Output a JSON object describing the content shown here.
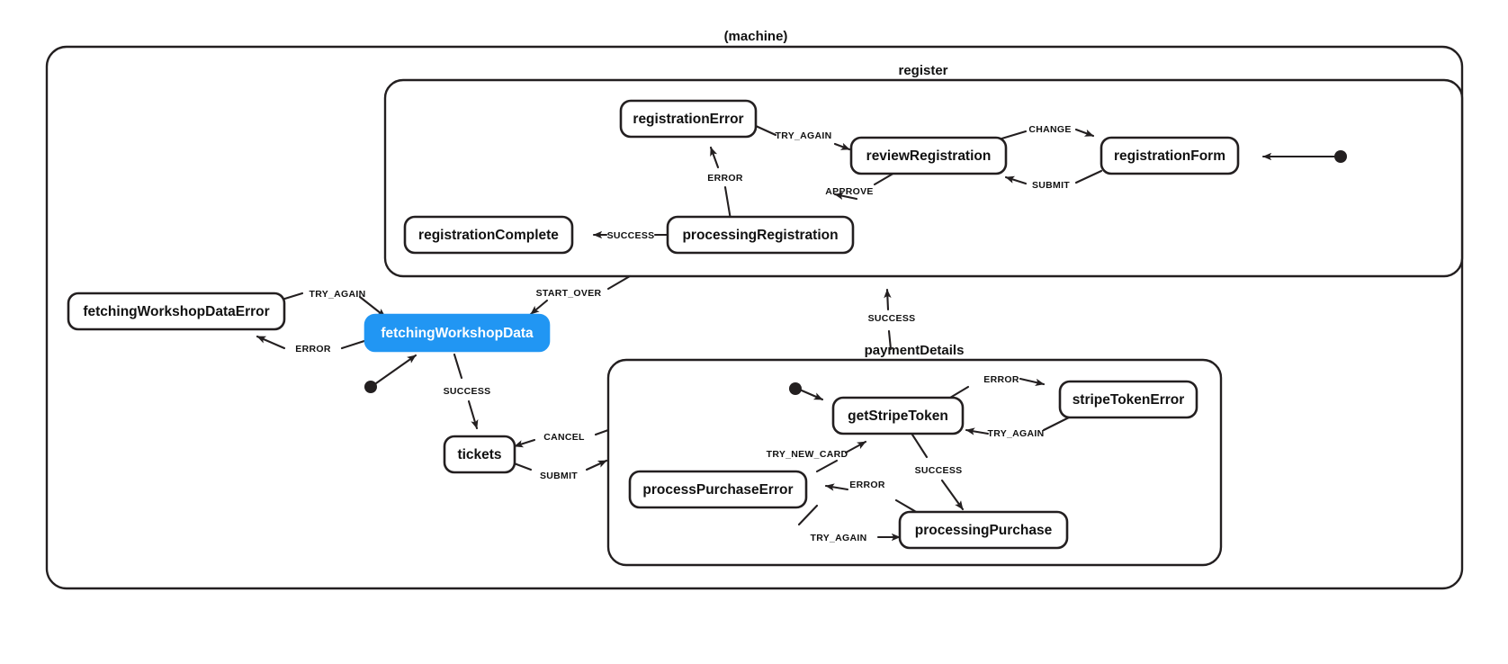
{
  "machine": {
    "title": "(machine)",
    "highlight_color": "#2196f3",
    "line_color": "#231f20"
  },
  "regions": [
    {
      "id": "machine",
      "label": "(machine)"
    },
    {
      "id": "register",
      "label": "register"
    },
    {
      "id": "paymentDetails",
      "label": "paymentDetails"
    }
  ],
  "states": [
    {
      "id": "registrationError",
      "label": "registrationError",
      "parent": "register",
      "active": false
    },
    {
      "id": "reviewRegistration",
      "label": "reviewRegistration",
      "parent": "register",
      "active": false
    },
    {
      "id": "registrationForm",
      "label": "registrationForm",
      "parent": "register",
      "active": false
    },
    {
      "id": "registrationComplete",
      "label": "registrationComplete",
      "parent": "register",
      "active": false
    },
    {
      "id": "processingRegistration",
      "label": "processingRegistration",
      "parent": "register",
      "active": false
    },
    {
      "id": "fetchingWorkshopDataError",
      "label": "fetchingWorkshopDataError",
      "parent": "machine",
      "active": false
    },
    {
      "id": "fetchingWorkshopData",
      "label": "fetchingWorkshopData",
      "parent": "machine",
      "active": true
    },
    {
      "id": "tickets",
      "label": "tickets",
      "parent": "machine",
      "active": false
    },
    {
      "id": "getStripeToken",
      "label": "getStripeToken",
      "parent": "paymentDetails",
      "active": false
    },
    {
      "id": "stripeTokenError",
      "label": "stripeTokenError",
      "parent": "paymentDetails",
      "active": false
    },
    {
      "id": "processPurchaseError",
      "label": "processPurchaseError",
      "parent": "paymentDetails",
      "active": false
    },
    {
      "id": "processingPurchase",
      "label": "processingPurchase",
      "parent": "paymentDetails",
      "active": false
    }
  ],
  "transitions": [
    {
      "from": "registrationError",
      "to": "reviewRegistration",
      "event": "TRY_AGAIN"
    },
    {
      "from": "processingRegistration",
      "to": "registrationError",
      "event": "ERROR"
    },
    {
      "from": "reviewRegistration",
      "to": "registrationForm",
      "event": "CHANGE"
    },
    {
      "from": "registrationForm",
      "to": "reviewRegistration",
      "event": "SUBMIT"
    },
    {
      "from": "reviewRegistration",
      "to": "processingRegistration",
      "event": "APPROVE"
    },
    {
      "from": "processingRegistration",
      "to": "registrationComplete",
      "event": "SUCCESS"
    },
    {
      "from": "fetchingWorkshopDataError",
      "to": "fetchingWorkshopData",
      "event": "TRY_AGAIN"
    },
    {
      "from": "fetchingWorkshopData",
      "to": "fetchingWorkshopDataError",
      "event": "ERROR"
    },
    {
      "from": "register",
      "to": "fetchingWorkshopData",
      "event": "START_OVER"
    },
    {
      "from": "fetchingWorkshopData",
      "to": "tickets",
      "event": "SUCCESS"
    },
    {
      "from": "paymentDetails",
      "to": "tickets",
      "event": "CANCEL"
    },
    {
      "from": "tickets",
      "to": "paymentDetails",
      "event": "SUBMIT"
    },
    {
      "from": "paymentDetails",
      "to": "register",
      "event": "SUCCESS"
    },
    {
      "from": "getStripeToken",
      "to": "stripeTokenError",
      "event": "ERROR"
    },
    {
      "from": "stripeTokenError",
      "to": "getStripeToken",
      "event": "TRY_AGAIN"
    },
    {
      "from": "getStripeToken",
      "to": "processingPurchase",
      "event": "SUCCESS"
    },
    {
      "from": "processingPurchase",
      "to": "processPurchaseError",
      "event": "ERROR"
    },
    {
      "from": "processPurchaseError",
      "to": "getStripeToken",
      "event": "TRY_NEW_CARD"
    },
    {
      "from": "processPurchaseError",
      "to": "processingPurchase",
      "event": "TRY_AGAIN"
    }
  ],
  "edge_labels": {
    "try_again_1": "TRY_AGAIN",
    "error_1": "ERROR",
    "change": "CHANGE",
    "submit_1": "SUBMIT",
    "approve": "APPROVE",
    "success_1": "SUCCESS",
    "try_again_2": "TRY_AGAIN",
    "error_2": "ERROR",
    "start_over": "START_OVER",
    "success_2": "SUCCESS",
    "cancel": "CANCEL",
    "submit_2": "SUBMIT",
    "success_3": "SUCCESS",
    "error_3": "ERROR",
    "try_again_3": "TRY_AGAIN",
    "success_4": "SUCCESS",
    "error_4": "ERROR",
    "try_new_card": "TRY_NEW_CARD",
    "try_again_4": "TRY_AGAIN"
  },
  "initial_markers": [
    {
      "id": "initial-register",
      "parent": "register",
      "target": "registrationForm"
    },
    {
      "id": "initial-machine",
      "parent": "machine",
      "target": "fetchingWorkshopData"
    },
    {
      "id": "initial-paymentDetails",
      "parent": "paymentDetails",
      "target": "getStripeToken"
    }
  ]
}
